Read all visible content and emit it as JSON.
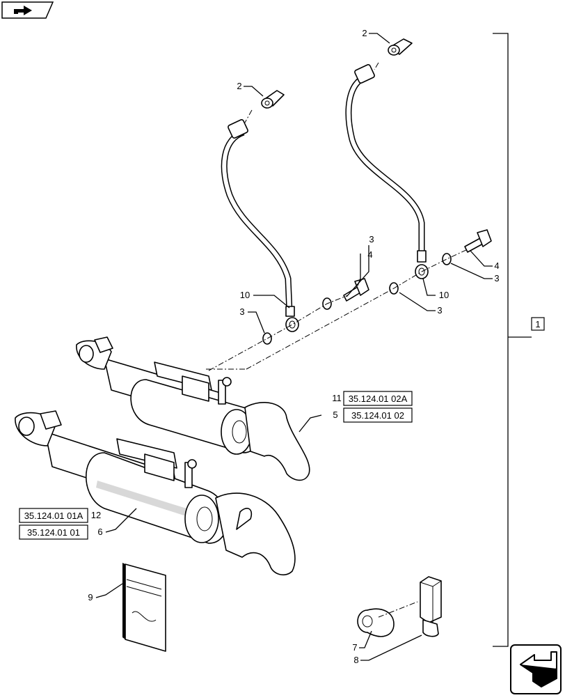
{
  "callouts": {
    "c2a": "2",
    "c2b": "2",
    "c3a": "3",
    "c3b": "3",
    "c3c": "3",
    "c3d": "3",
    "c4a": "4",
    "c4b": "4",
    "c10a": "10",
    "c10b": "10",
    "c5": "5",
    "c6": "6",
    "c7": "7",
    "c8": "8",
    "c9": "9",
    "c11": "11",
    "c12": "12",
    "assembly": "1"
  },
  "references": {
    "ref_5": "35.124.01 02",
    "ref_11": "35.124.01 02A",
    "ref_12": "35.124.01 01A",
    "ref_6": "35.124.01 01"
  },
  "icons": {
    "top_left": "page-forward-icon",
    "bottom_right": "next-page-arrow-icon"
  }
}
